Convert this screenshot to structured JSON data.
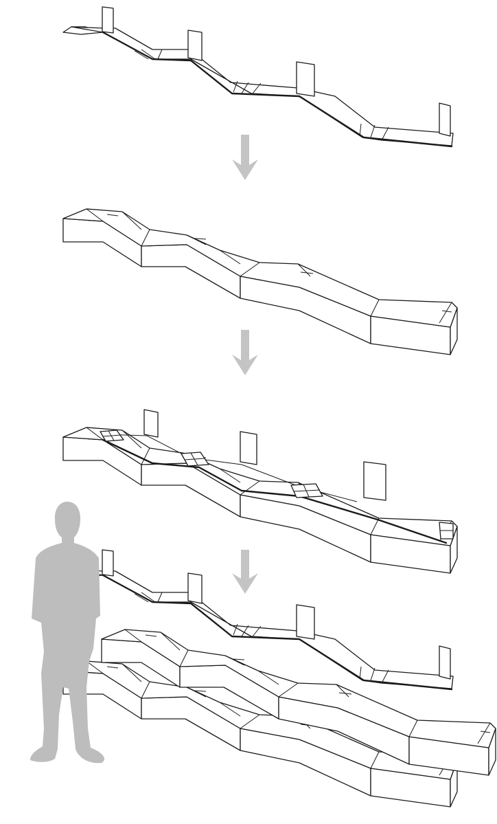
{
  "colors": {
    "line": "#1a1a1a",
    "fill": "#ffffff",
    "arrow": "#c4c4c4",
    "silhouette": "#bdbdbd"
  },
  "steps": [
    {
      "id": "step-1",
      "content": "folding-strip-with-vertical-panels"
    },
    {
      "id": "step-2",
      "content": "zigzag-box-module"
    },
    {
      "id": "step-3",
      "content": "strip-mounted-on-box-module"
    },
    {
      "id": "step-4",
      "content": "exploded-strip-over-stacked-box-modules"
    }
  ],
  "arrows": [
    {
      "from": "step-1",
      "to": "step-2",
      "icon": "arrow-down-icon"
    },
    {
      "from": "step-2",
      "to": "step-3",
      "icon": "arrow-down-icon"
    },
    {
      "from": "step-3",
      "to": "step-4",
      "icon": "arrow-down-icon"
    }
  ],
  "scale_figure": {
    "icon": "human-silhouette-icon"
  }
}
